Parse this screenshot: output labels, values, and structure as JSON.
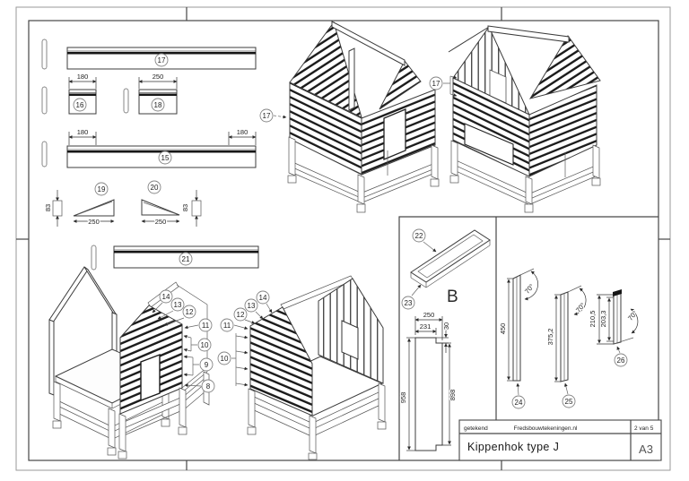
{
  "title_block": {
    "drawn_label": "getekend",
    "brand": "Fredsbouwtekeningen.nl",
    "sheet_of": "2 van 5",
    "drawing_title": "Kippenhok type J",
    "paper_format": "A3"
  },
  "flat_parts": {
    "part17": {
      "callout": "17"
    },
    "part16": {
      "callout": "16",
      "dim_width": "180"
    },
    "part18": {
      "callout": "18",
      "dim_width": "250"
    },
    "part15": {
      "callout": "15",
      "dim_left": "180",
      "dim_right": "180"
    },
    "part19": {
      "callout": "19",
      "dim_base": "250",
      "dim_height": "83"
    },
    "part20": {
      "callout": "20",
      "dim_base": "250",
      "dim_height": "83"
    },
    "part21": {
      "callout": "21"
    }
  },
  "assembly": {
    "roof_view_left": {
      "callout_17": "17"
    },
    "roof_view_right": {
      "callout_17": "17"
    },
    "wall_view_front": {
      "c14": "14",
      "c13": "13",
      "c12": "12",
      "c11": "11",
      "c10": "10",
      "c9": "9",
      "c8": "8"
    },
    "wall_view_back": {
      "c14": "14",
      "c13": "13",
      "c12": "12",
      "c11": "11",
      "c10": "10"
    }
  },
  "detail_b": {
    "letter": "B",
    "callout_22": "22",
    "callout_23": "23",
    "panel": {
      "dim_width": "250",
      "dim_inner_width": "231",
      "dim_notch": "30",
      "dim_height": "958",
      "dim_inner_height": "898"
    },
    "bar24": {
      "callout": "24",
      "dim_length": "450",
      "angle": "70°"
    },
    "bar25": {
      "callout": "25",
      "dim_length": "375,2",
      "angle": "70°"
    },
    "bar26": {
      "callout": "26",
      "dim_outer": "210,5",
      "dim_inner": "203,3",
      "angle": "70°"
    }
  },
  "colors": {
    "line": "#3c3c3c",
    "plank_dark": "#1a1a1a",
    "frame_outer": "#9a9a9a",
    "frame_inner": "#474747"
  }
}
